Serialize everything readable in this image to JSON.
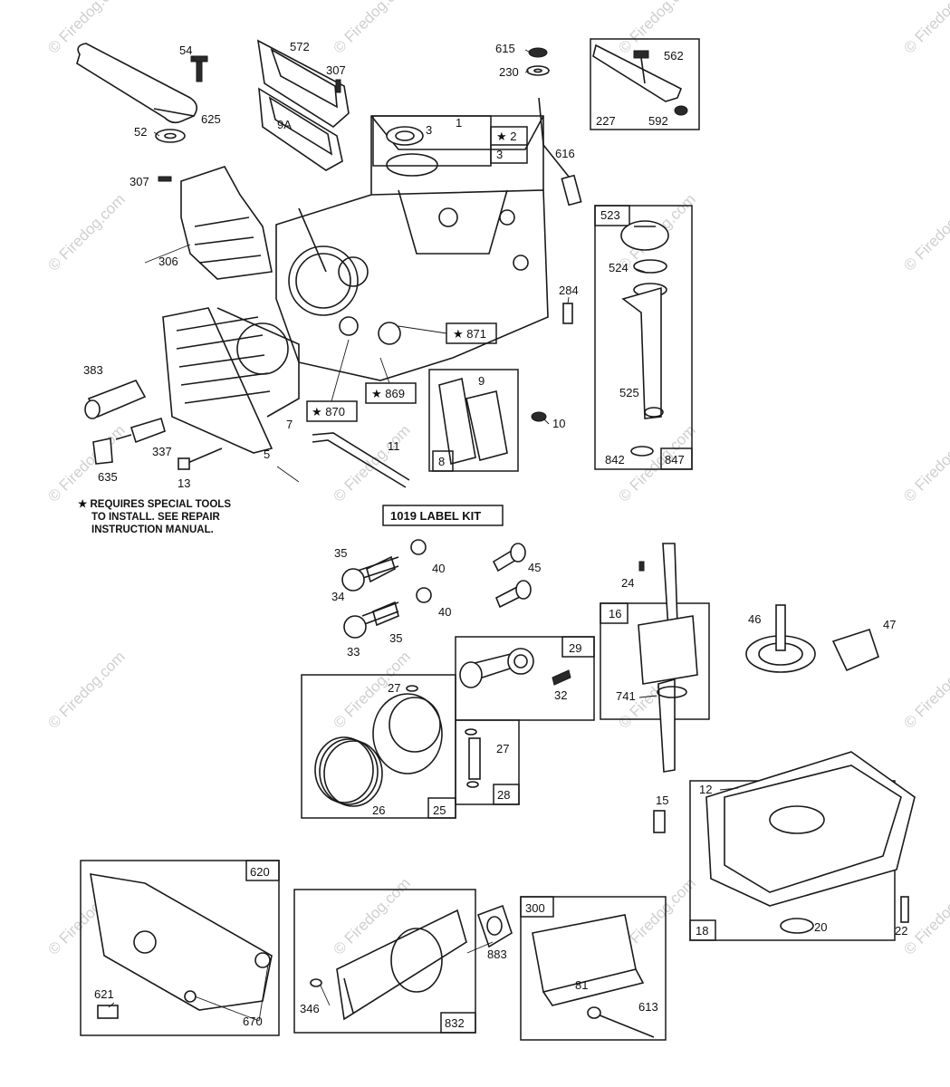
{
  "watermark": "© Firedog.com",
  "note": {
    "line1": "★ REQUIRES SPECIAL TOOLS",
    "line2": "TO INSTALL. SEE REPAIR",
    "line3": "INSTRUCTION MANUAL."
  },
  "kit_label": "1019 LABEL KIT",
  "parts": [
    "54",
    "572",
    "307",
    "615",
    "230",
    "562",
    "52",
    "625",
    "9A",
    "3",
    "1",
    "★ 2",
    "3",
    "616",
    "227",
    "592",
    "307",
    "306",
    "523",
    "524",
    "284",
    "★ 871",
    "383",
    "★ 869",
    "★ 870",
    "9",
    "10",
    "525",
    "7",
    "5",
    "11",
    "8",
    "337",
    "635",
    "13",
    "842",
    "847",
    "35",
    "40",
    "45",
    "24",
    "34",
    "40",
    "16",
    "46",
    "47",
    "33",
    "35",
    "29",
    "27",
    "32",
    "741",
    "27",
    "28",
    "26",
    "25",
    "15",
    "12",
    "620",
    "300",
    "883",
    "621",
    "670",
    "346",
    "832",
    "81",
    "613",
    "18",
    "20",
    "22"
  ]
}
